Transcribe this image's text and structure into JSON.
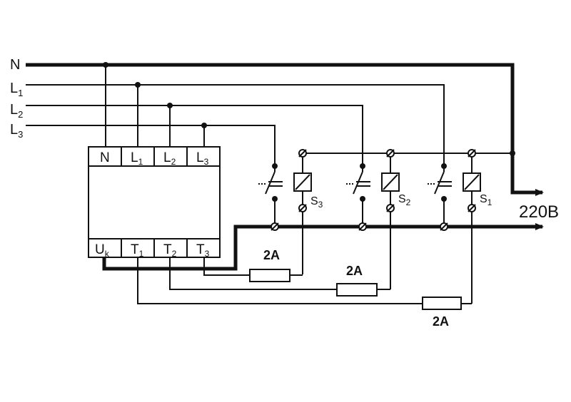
{
  "lines": {
    "n": "N",
    "l1": {
      "main": "L",
      "sub": "1"
    },
    "l2": {
      "main": "L",
      "sub": "2"
    },
    "l3": {
      "main": "L",
      "sub": "3"
    }
  },
  "relay": {
    "top_terminals": [
      {
        "main": "N",
        "sub": ""
      },
      {
        "main": "L",
        "sub": "1"
      },
      {
        "main": "L",
        "sub": "2"
      },
      {
        "main": "L",
        "sub": "3"
      }
    ],
    "bottom_terminals": [
      {
        "main": "U",
        "sub": "k"
      },
      {
        "main": "T",
        "sub": "1"
      },
      {
        "main": "T",
        "sub": "2"
      },
      {
        "main": "T",
        "sub": "3"
      }
    ]
  },
  "contactors": [
    {
      "main": "S",
      "sub": "3"
    },
    {
      "main": "S",
      "sub": "2"
    },
    {
      "main": "S",
      "sub": "1"
    }
  ],
  "fuses": [
    "2A",
    "2A",
    "2A"
  ],
  "output_voltage": "220B"
}
